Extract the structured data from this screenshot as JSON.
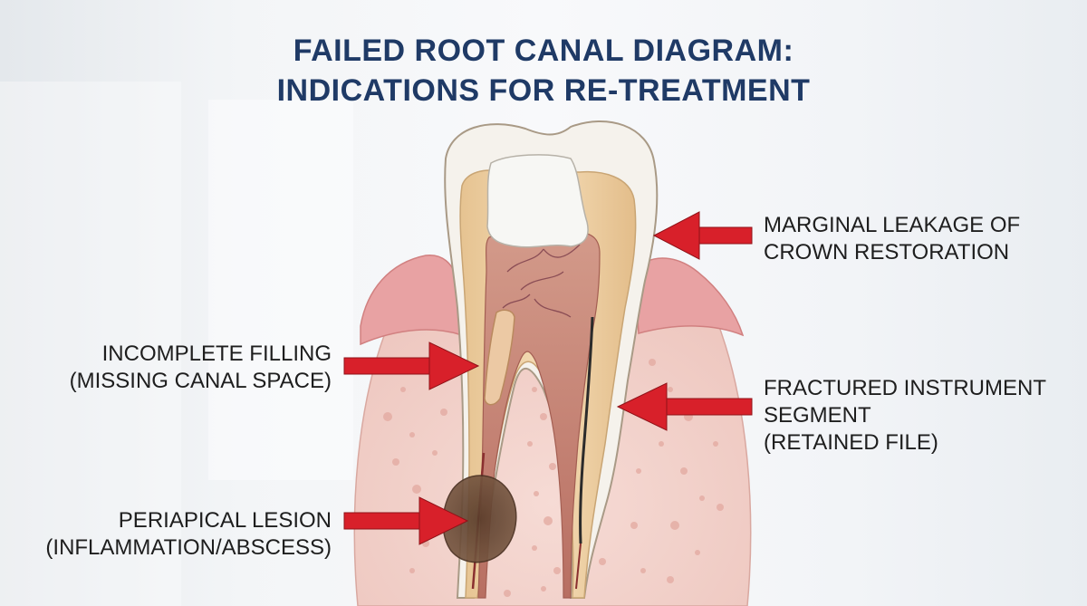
{
  "title": {
    "line1": "FAILED ROOT CANAL DIAGRAM:",
    "line2": "INDICATIONS FOR RE-TREATMENT"
  },
  "labels": {
    "marginal_leakage": {
      "line1": "MARGINAL LEAKAGE OF",
      "line2": "CROWN RESTORATION"
    },
    "incomplete_filling": {
      "line1": "INCOMPLETE FILLING",
      "line2": "(MISSING CANAL SPACE)"
    },
    "fractured_instrument": {
      "line1": "FRACTURED INSTRUMENT",
      "line2": "SEGMENT",
      "line3": "(RETAINED FILE)"
    },
    "periapical_lesion": {
      "line1": "PERIAPICAL LESION",
      "line2": "(INFLAMMATION/ABSCESS)"
    }
  },
  "icons": {
    "tooth": "tooth-cross-section-icon",
    "arrow": "red-arrow-icon"
  },
  "colors": {
    "title": "#1f3a66",
    "arrow": "#d8202a",
    "enamel": "#f4f1ea",
    "dentin": "#ecd2a6",
    "pulp": "#c98a7c",
    "gum": "#e7a3a3",
    "bone": "#f3d2cc",
    "lesion": "#6b4a36",
    "filling": "#f1f1ee"
  }
}
